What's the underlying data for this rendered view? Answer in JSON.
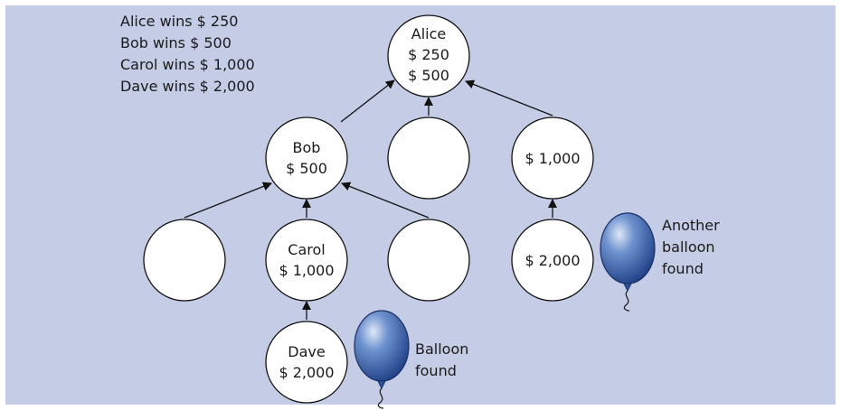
{
  "legend": [
    "Alice wins $ 250",
    "Bob wins $ 500",
    "Carol wins $ 1,000",
    "Dave wins $ 2,000"
  ],
  "nodes": {
    "alice": {
      "lines": [
        "Alice",
        "$ 250",
        "$ 500"
      ]
    },
    "bob": {
      "lines": [
        "Bob",
        "$ 500"
      ]
    },
    "mid_top": {
      "lines": []
    },
    "right_top": {
      "lines": [
        "$ 1,000"
      ]
    },
    "left_leaf": {
      "lines": []
    },
    "carol": {
      "lines": [
        "Carol",
        "$ 1,000"
      ]
    },
    "mid_leaf": {
      "lines": []
    },
    "right_leaf": {
      "lines": [
        "$ 2,000"
      ]
    },
    "dave": {
      "lines": [
        "Dave",
        "$ 2,000"
      ]
    }
  },
  "captions": {
    "balloon_found": [
      "Balloon",
      "found"
    ],
    "another_balloon_found": [
      "Another",
      "balloon",
      "found"
    ]
  },
  "colors": {
    "panel": "#c5cce6",
    "node_fill": "#ffffff",
    "balloon": "#2f5597"
  }
}
